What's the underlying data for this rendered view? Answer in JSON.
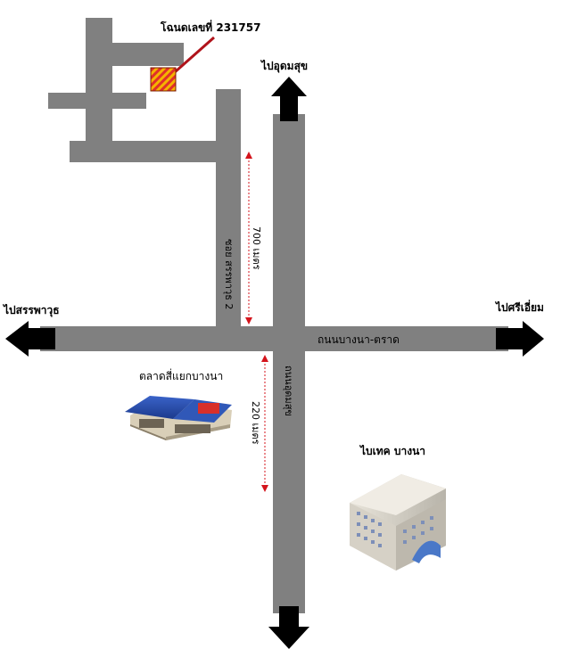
{
  "plot": {
    "label": "โฉนดเลขที่ 231757",
    "marker_color": "#f5b400",
    "stripe_color": "#e0302a",
    "pointer_color": "#b0131b"
  },
  "directions": {
    "north": "ไปอุดมสุข",
    "west": "ไปสรรพาวุธ",
    "east": "ไปศรีเอี่ยม"
  },
  "roads": {
    "main_horizontal": "ถนนบางนา-ตราด",
    "main_vertical": "ถนนอุดมสุข",
    "soi": "ซอย สรรพาวุธ 2",
    "road_color": "#808080"
  },
  "distances": {
    "north": "700 เมตร",
    "south": "220 เมตร",
    "line_color": "#d4141c"
  },
  "landmarks": {
    "market": "ตลาดสี่แยกบางนา",
    "bitec": "ไบเทค บางนา"
  }
}
